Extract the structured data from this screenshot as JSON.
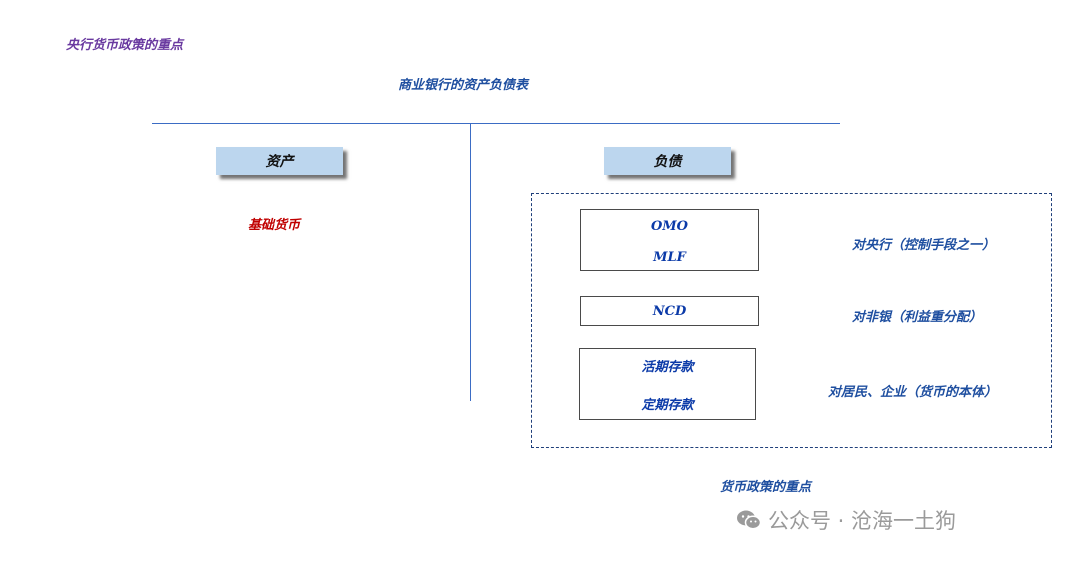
{
  "corner_title": "央行货币政策的重点",
  "title": "商业银行的资产负债表",
  "assets": {
    "header": "资产",
    "items": [
      "基础货币"
    ]
  },
  "liabilities": {
    "header": "负债",
    "groups": [
      {
        "items": [
          "OMO",
          "MLF"
        ],
        "side_label": "对央行（控制手段之一）"
      },
      {
        "items": [
          "NCD"
        ],
        "side_label": "对非银（利益重分配）"
      },
      {
        "items": [
          "活期存款",
          "定期存款"
        ],
        "side_label": "对居民、企业（货币的本体）"
      }
    ]
  },
  "bottom_label": "货币政策的重点",
  "watermark": {
    "icon": "wechat-icon",
    "text": "公众号 · 沧海一土狗"
  },
  "colors": {
    "title_purple": "#6a3aa0",
    "blue_text": "#1f4fa0",
    "item_blue": "#0b3aa8",
    "red_text": "#c00000",
    "header_fill": "#bcd6ee",
    "line_blue": "#3b6cc4"
  }
}
